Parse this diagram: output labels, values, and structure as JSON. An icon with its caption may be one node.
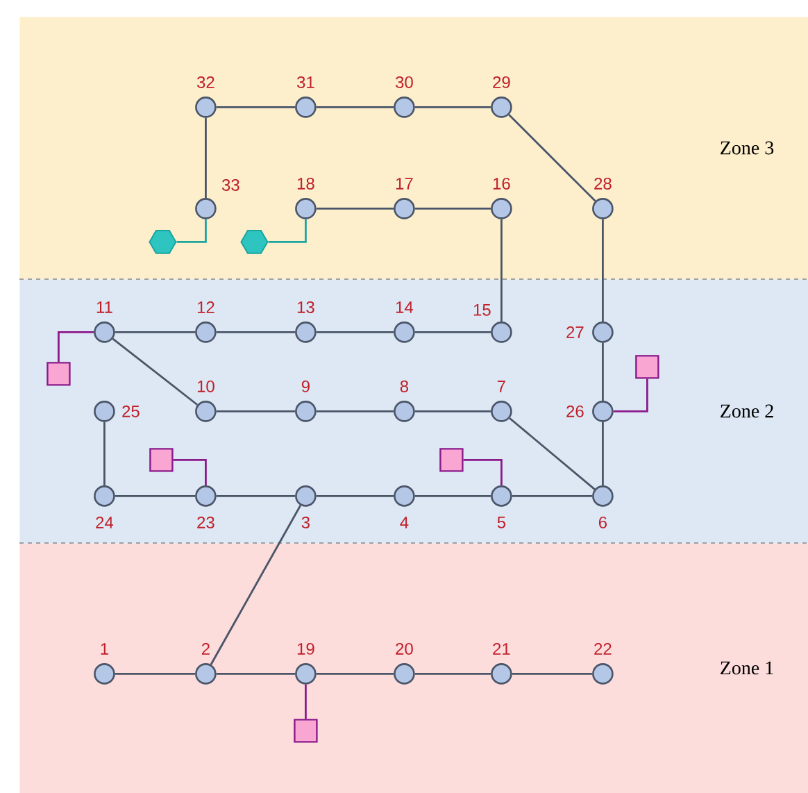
{
  "diagram": {
    "nodes": [
      {
        "text": [
          "Zone 3"
        ]
      },
      {
        "text": [
          "Zone 2"
        ]
      },
      {
        "text": [
          "Zone 1"
        ]
      },
      {
        "text": [],
        "shape": "circle",
        "beside": [
          "1"
        ],
        "in": 2
      },
      {
        "text": [],
        "shape": "circle",
        "beside": [
          "2"
        ],
        "in": 2
      },
      {
        "text": [],
        "shape": "circle",
        "beside": [
          "3"
        ],
        "in": 1
      },
      {
        "text": [],
        "shape": "circle",
        "beside": [
          "4"
        ],
        "in": 1
      },
      {
        "text": [],
        "shape": "circle",
        "beside": [
          "5"
        ],
        "in": 1
      },
      {
        "text": [],
        "shape": "circle",
        "beside": [
          "6"
        ],
        "in": 1
      },
      {
        "text": [],
        "shape": "circle",
        "beside": [
          "7"
        ],
        "in": 1
      },
      {
        "text": [],
        "shape": "circle",
        "beside": [
          "8"
        ],
        "in": 1
      },
      {
        "text": [],
        "shape": "circle",
        "beside": [
          "9"
        ],
        "in": 1
      },
      {
        "text": [],
        "shape": "circle",
        "beside": [
          "10"
        ],
        "in": 1
      },
      {
        "text": [],
        "shape": "circle",
        "beside": [
          "11"
        ],
        "in": 1
      },
      {
        "text": [],
        "shape": "circle",
        "beside": [
          "12"
        ],
        "in": 1
      },
      {
        "text": [],
        "shape": "circle",
        "beside": [
          "13"
        ],
        "in": 1
      },
      {
        "text": [],
        "shape": "circle",
        "beside": [
          "14"
        ],
        "in": 1
      },
      {
        "text": [],
        "shape": "circle",
        "beside": [
          "15"
        ],
        "in": 1
      },
      {
        "text": [],
        "shape": "circle",
        "beside": [
          "16"
        ],
        "in": 0
      },
      {
        "text": [],
        "shape": "circle",
        "beside": [
          "17"
        ],
        "in": 0
      },
      {
        "text": [],
        "shape": "circle",
        "beside": [
          "18"
        ],
        "in": 0
      },
      {
        "text": [],
        "shape": "circle",
        "beside": [
          "19"
        ],
        "in": 2
      },
      {
        "text": [],
        "shape": "circle",
        "beside": [
          "20"
        ],
        "in": 2
      },
      {
        "text": [],
        "shape": "circle",
        "beside": [
          "21"
        ],
        "in": 2
      },
      {
        "text": [],
        "shape": "circle",
        "beside": [
          "22"
        ],
        "in": 2
      },
      {
        "text": [],
        "shape": "circle",
        "beside": [
          "23"
        ],
        "in": 1
      },
      {
        "text": [],
        "shape": "circle",
        "beside": [
          "24"
        ],
        "in": 1
      },
      {
        "text": [],
        "shape": "circle",
        "beside": [
          "25"
        ],
        "in": 1
      },
      {
        "text": [],
        "shape": "circle",
        "beside": [
          "26"
        ],
        "in": 1
      },
      {
        "text": [],
        "shape": "circle",
        "beside": [
          "27"
        ],
        "in": 1
      },
      {
        "text": [],
        "shape": "circle",
        "beside": [
          "28"
        ],
        "in": 0
      },
      {
        "text": [],
        "shape": "circle",
        "beside": [
          "29"
        ],
        "in": 0
      },
      {
        "text": [],
        "shape": "circle",
        "beside": [
          "30"
        ],
        "in": 0
      },
      {
        "text": [],
        "shape": "circle",
        "beside": [
          "31"
        ],
        "in": 0
      },
      {
        "text": [],
        "shape": "circle",
        "beside": [
          "32"
        ],
        "in": 0
      },
      {
        "text": [],
        "shape": "circle",
        "beside": [
          "33"
        ],
        "in": 0
      },
      {
        "text": [],
        "shape": "hexagon",
        "in": 0
      },
      {
        "text": [],
        "shape": "hexagon",
        "in": 0
      },
      {
        "text": [],
        "shape": "box",
        "in": 1
      },
      {
        "text": [],
        "shape": "box",
        "in": 1
      },
      {
        "text": [],
        "shape": "box",
        "in": 1
      },
      {
        "text": [],
        "shape": "box",
        "in": 1
      },
      {
        "text": [],
        "shape": "box",
        "in": 2
      }
    ],
    "edges": [
      {
        "from": 3,
        "to": 4,
        "arrow": "none"
      },
      {
        "from": 4,
        "to": 21,
        "arrow": "none"
      },
      {
        "from": 21,
        "to": 22,
        "arrow": "none"
      },
      {
        "from": 22,
        "to": 23,
        "arrow": "none"
      },
      {
        "from": 23,
        "to": 24,
        "arrow": "none"
      },
      {
        "from": 4,
        "to": 5,
        "arrow": "none"
      },
      {
        "from": 5,
        "to": 6,
        "arrow": "none"
      },
      {
        "from": 6,
        "to": 7,
        "arrow": "none"
      },
      {
        "from": 7,
        "to": 8,
        "arrow": "none"
      },
      {
        "from": 5,
        "to": 25,
        "arrow": "none"
      },
      {
        "from": 25,
        "to": 26,
        "arrow": "none"
      },
      {
        "from": 26,
        "to": 27,
        "arrow": "none"
      },
      {
        "from": 8,
        "to": 9,
        "arrow": "none"
      },
      {
        "from": 9,
        "to": 10,
        "arrow": "none"
      },
      {
        "from": 10,
        "to": 11,
        "arrow": "none"
      },
      {
        "from": 11,
        "to": 12,
        "arrow": "none"
      },
      {
        "from": 12,
        "to": 13,
        "arrow": "none"
      },
      {
        "from": 13,
        "to": 14,
        "arrow": "none"
      },
      {
        "from": 14,
        "to": 15,
        "arrow": "none"
      },
      {
        "from": 15,
        "to": 16,
        "arrow": "none"
      },
      {
        "from": 16,
        "to": 17,
        "arrow": "none"
      },
      {
        "from": 17,
        "to": 18,
        "arrow": "none"
      },
      {
        "from": 18,
        "to": 19,
        "arrow": "none"
      },
      {
        "from": 19,
        "to": 20,
        "arrow": "none"
      },
      {
        "from": 8,
        "to": 28,
        "arrow": "none"
      },
      {
        "from": 28,
        "to": 29,
        "arrow": "none"
      },
      {
        "from": 29,
        "to": 30,
        "arrow": "none"
      },
      {
        "from": 30,
        "to": 31,
        "arrow": "none"
      },
      {
        "from": 31,
        "to": 32,
        "arrow": "none"
      },
      {
        "from": 32,
        "to": 33,
        "arrow": "none"
      },
      {
        "from": 33,
        "to": 34,
        "arrow": "none"
      },
      {
        "from": 34,
        "to": 35,
        "arrow": "none"
      },
      {
        "from": 35,
        "to": 36,
        "arrow": "none",
        "color": "#1aa5a0"
      },
      {
        "from": 20,
        "to": 37,
        "arrow": "none",
        "color": "#1aa5a0"
      },
      {
        "from": 13,
        "to": 38,
        "arrow": "none",
        "color": "#8b1a8b"
      },
      {
        "from": 28,
        "to": 39,
        "arrow": "none",
        "color": "#8b1a8b"
      },
      {
        "from": 25,
        "to": 40,
        "arrow": "none",
        "color": "#8b1a8b"
      },
      {
        "from": 7,
        "to": 41,
        "arrow": "none",
        "color": "#8b1a8b"
      },
      {
        "from": 21,
        "to": 42,
        "arrow": "none",
        "color": "#8b1a8b"
      }
    ]
  }
}
